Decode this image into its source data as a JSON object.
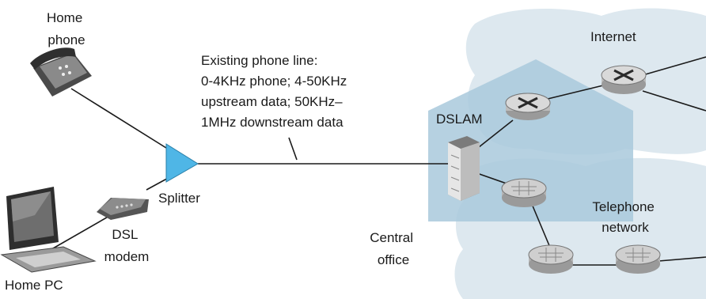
{
  "labels": {
    "home_phone": [
      "Home",
      "phone"
    ],
    "phone_line": [
      "Existing phone line:",
      "0-4KHz phone; 4-50KHz",
      "upstream data; 50KHz–",
      "1MHz downstream data"
    ],
    "dslam": "DSLAM",
    "internet": "Internet",
    "splitter": "Splitter",
    "dsl_modem": [
      "DSL",
      "modem"
    ],
    "home_pc": "Home PC",
    "central_office": [
      "Central",
      "office"
    ],
    "telephone_network": [
      "Telephone",
      "network"
    ]
  },
  "colors": {
    "cloud": "#dde8ef",
    "house": "#a9c9dc",
    "splitter": "#4fb6e6",
    "router_internet": "#d9d9d9",
    "router_telephone": "#cfcfcf",
    "line": "#1a1a1a"
  },
  "icons": {
    "home_phone": "telephone-icon",
    "home_pc": "desktop-computer-icon",
    "dsl_modem": "modem-icon",
    "dslam": "dslam-rack-icon",
    "splitter": "splitter-triangle-icon",
    "internet_router": "router-x-icon",
    "telephone_switch": "telephone-switch-icon"
  }
}
